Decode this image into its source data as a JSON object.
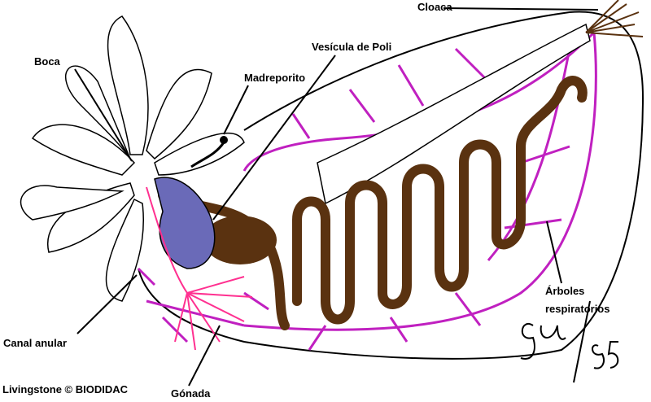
{
  "title": "Anatomía de holoturia",
  "labels": {
    "cloaca": "Cloaca",
    "vesicula": "Vesícula de Poli",
    "boca": "Boca",
    "madreporito": "Madreporito",
    "arboles_1": "Árboles",
    "arboles_2": "respiratorios",
    "canal": "Canal anular",
    "gonada": "Gónada"
  },
  "credit": "Livingstone © BIODIDAC",
  "signature": "gu/95",
  "colors": {
    "intestine": "#5a3210",
    "respiratory": "#c020c0",
    "gonad": "#ff3090",
    "vesicle": "#6a6ab8",
    "outline": "#000000"
  }
}
